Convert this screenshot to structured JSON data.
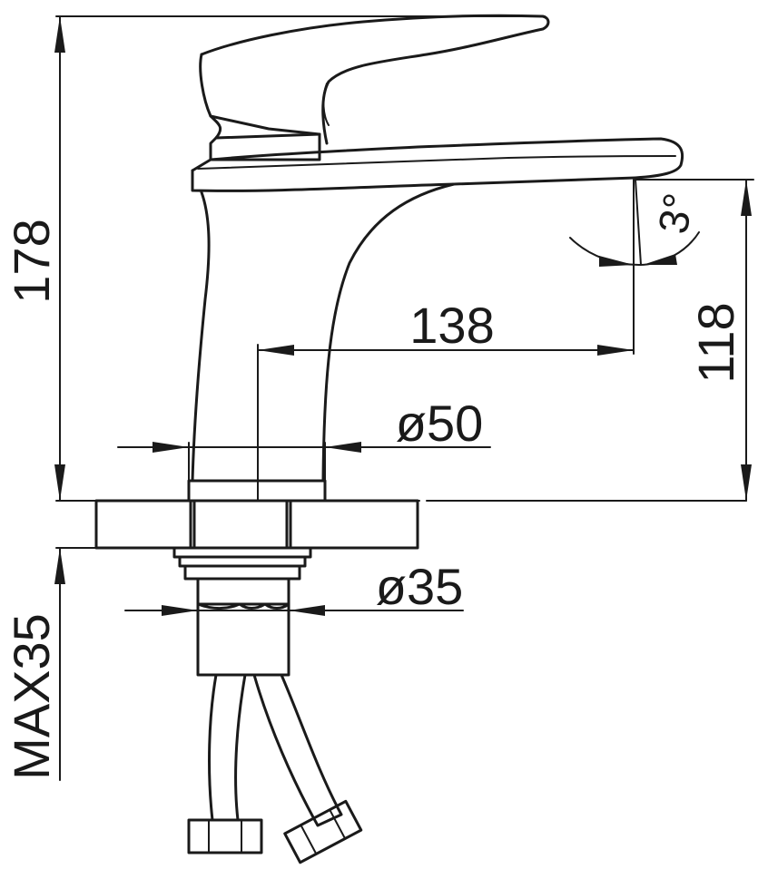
{
  "dimensions": {
    "total_height": "178",
    "spout_reach": "138",
    "spout_height": "118",
    "base_diameter": "ø50",
    "shank_diameter": "ø35",
    "max_deck_thickness": "MAX35",
    "spout_angle": "3°"
  },
  "colors": {
    "line": "#1a1a1a",
    "background": "#ffffff"
  }
}
